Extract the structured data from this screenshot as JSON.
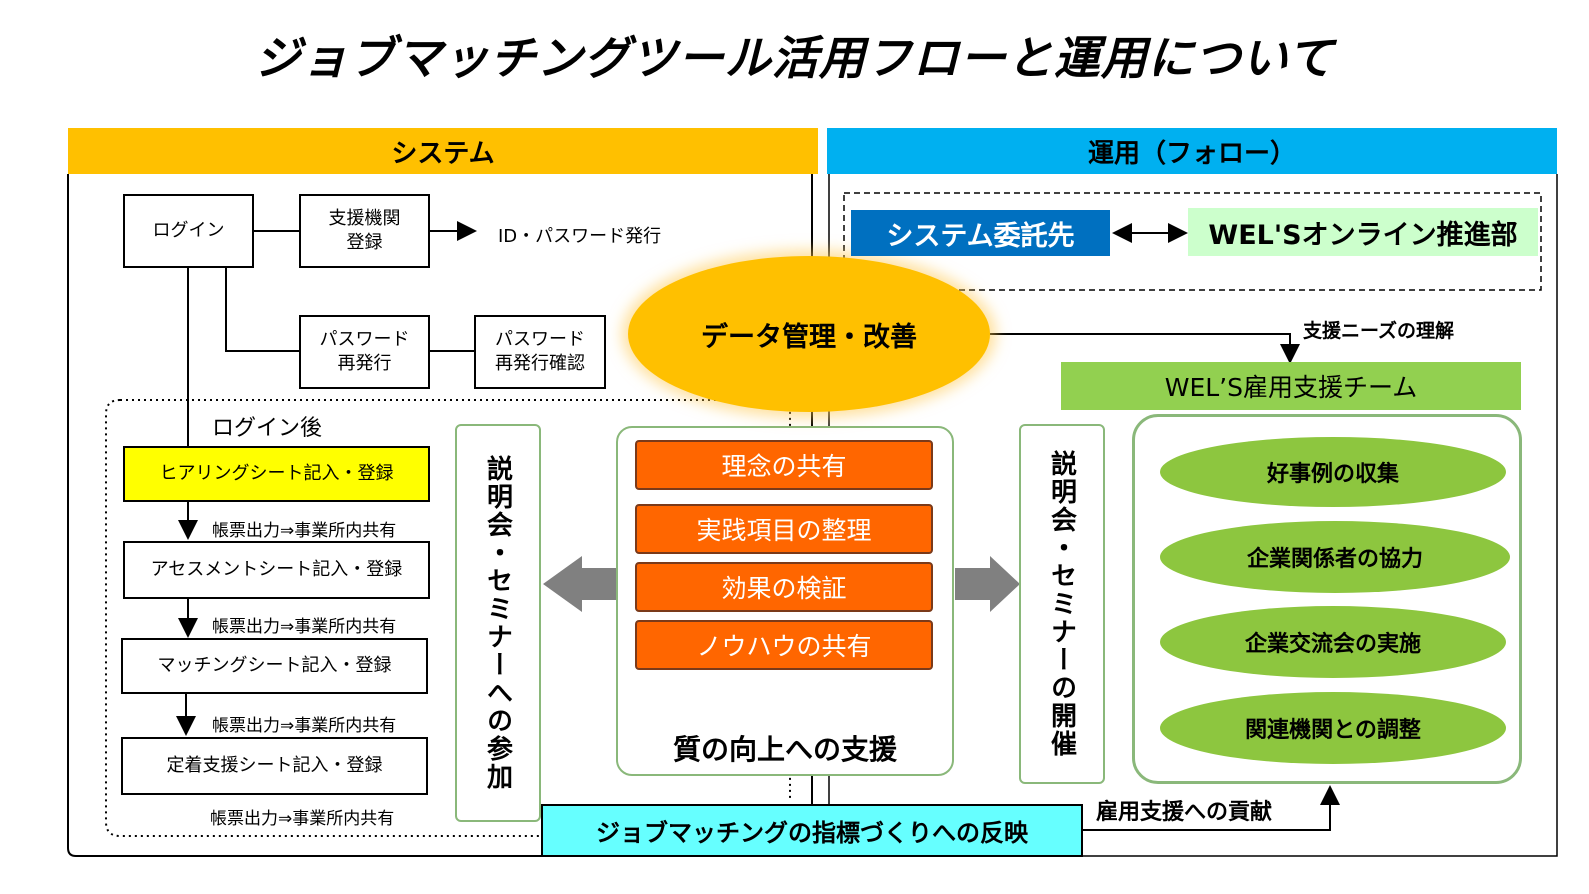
{
  "title": "ジョブマッチングツール活用フローと運用について",
  "headers": {
    "system": "システム",
    "operation": "運用（フォロー）"
  },
  "system": {
    "login": "ログイン",
    "agency_register_l1": "支援機関",
    "agency_register_l2": "登録",
    "id_issue": "ID・パスワード発行",
    "pw_reissue_l1": "パスワード",
    "pw_reissue_l2": "再発行",
    "pw_confirm_l1": "パスワード",
    "pw_confirm_l2": "再発行確認",
    "after_login": "ログイン後",
    "sheets": [
      "ヒアリングシート記入・登録",
      "アセスメントシート記入・登録",
      "マッチングシート記入・登録",
      "定着支援シート記入・登録"
    ],
    "output_note": "帳票出力⇒事業所内共有"
  },
  "center": {
    "data_mgmt": "データ管理・改善",
    "items": [
      "理念の共有",
      "実践項目の整理",
      "効果の検証",
      "ノウハウの共有"
    ],
    "quality": "質の向上への支援",
    "seminar_join": "説明会・セミナーへの参加",
    "seminar_hold": "説明会・セミナーの開催",
    "indicator": "ジョブマッチングの指標づくりへの反映"
  },
  "operation": {
    "contractor": "システム委託先",
    "wels_online": "WEL'Sオンライン推進部",
    "needs": "支援ニーズの理解",
    "team": "WEL’S雇用支援チーム",
    "team_items": [
      "好事例の収集",
      "企業関係者の協力",
      "企業交流会の実施",
      "関連機関との調整"
    ],
    "contribution": "雇用支援への貢献"
  },
  "colors": {
    "system_header": "#ffc000",
    "operation_header": "#00b0f0",
    "contractor": "#0070c0",
    "wels_online": "#ccffcc",
    "team": "#92d050",
    "team_item": "#8dc63f",
    "data_mgmt": "#ffc000",
    "orange_item": "#ff6600",
    "indicator": "#66ffff",
    "hearing": "#ffff00",
    "arrow_gray": "#808080"
  }
}
